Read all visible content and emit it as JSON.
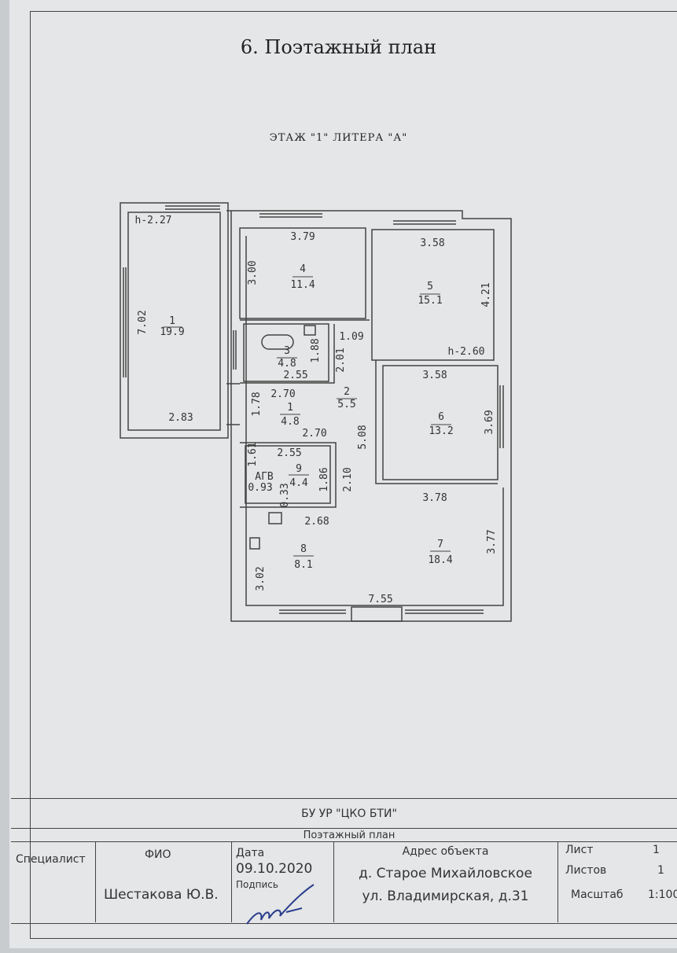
{
  "document": {
    "title": "6. Поэтажный план",
    "subtitle": "ЭТАЖ \"1\"  ЛИТЕРА \"А\""
  },
  "plan": {
    "rooms": [
      {
        "number": "1",
        "area": "19.9"
      },
      {
        "number": "4",
        "area": "11.4"
      },
      {
        "number": "5",
        "area": "15.1"
      },
      {
        "number": "3",
        "area": "4.8"
      },
      {
        "number": "2",
        "area": "5.5"
      },
      {
        "number": "1",
        "area": "4.8"
      },
      {
        "number": "6",
        "area": "13.2"
      },
      {
        "number": "9",
        "area": "4.4"
      },
      {
        "number": "8",
        "area": "8.1"
      },
      {
        "number": "7",
        "area": "18.4"
      }
    ],
    "heights": [
      "h-2.27",
      "h-2.60"
    ],
    "agv_label": "АГВ",
    "dimensions": [
      "3.79",
      "3.00",
      "3.58",
      "4.21",
      "7.02",
      "1.09",
      "1.88",
      "2.01",
      "2.55",
      "3.58",
      "2.70",
      "1.78",
      "2.83",
      "2.70",
      "5.08",
      "3.69",
      "1.61",
      "2.55",
      "0.93",
      "0.33",
      "1.86",
      "2.10",
      "3.78",
      "2.68",
      "3.77",
      "3.02",
      "7.55"
    ]
  },
  "title_block": {
    "organization": "БУ УР \"ЦКО БТИ\"",
    "doc_type": "Поэтажный план",
    "specialist_label": "Специалист",
    "fio_label": "ФИО",
    "fio_value": "Шестакова Ю.В.",
    "date_label": "Дата",
    "date_value": "09.10.2020",
    "signature_label": "Подпись",
    "address_label": "Адрес объекта",
    "address_line1": "д. Старое Михайловское",
    "address_line2": "ул. Владимирская,  д.31",
    "sheet_label": "Лист",
    "sheet_value": "1",
    "sheets_label": "Листов",
    "sheets_value": "1",
    "scale_label": "Масштаб",
    "scale_value": "1:100"
  }
}
